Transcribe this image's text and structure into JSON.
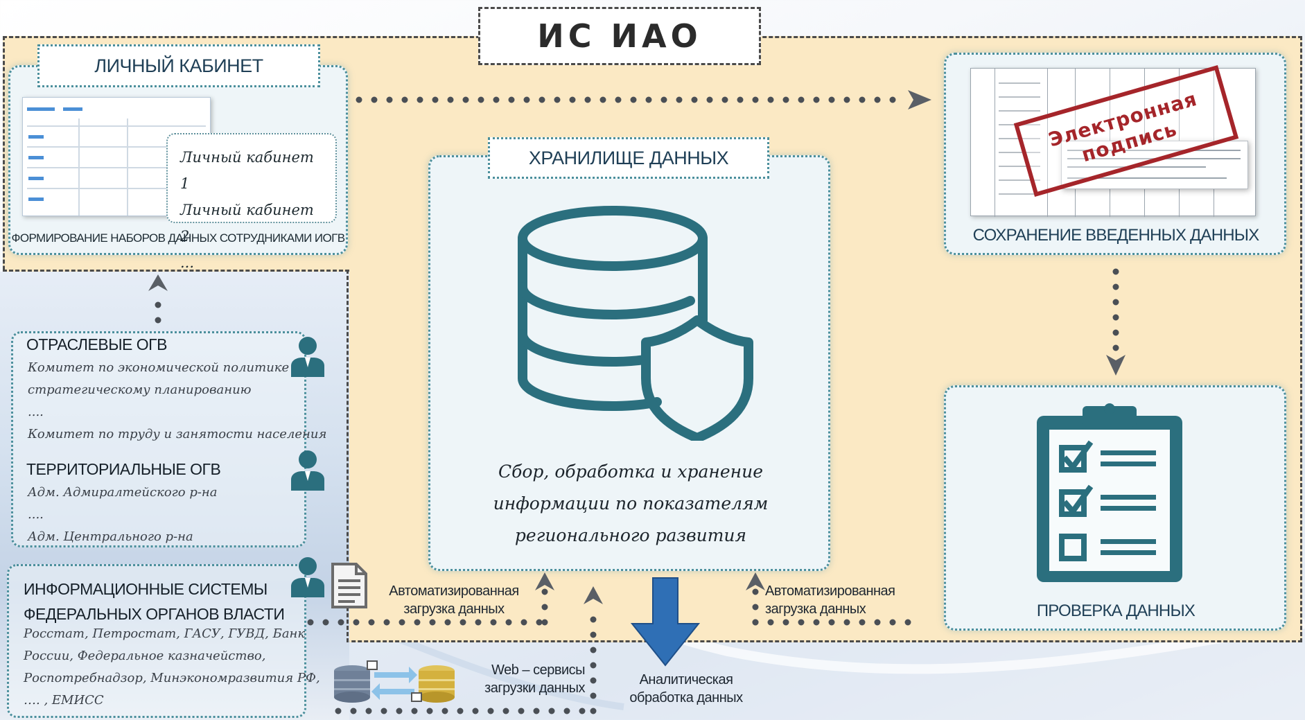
{
  "title": "ИС ИАО",
  "personal_cabinet": {
    "label": "ЛИЧНЫЙ КАБИНЕТ",
    "items": [
      "Личный кабинет 1",
      "Личный кабинет 2",
      "..."
    ],
    "caption": "ФОРМИРОВАНИЕ НАБОРОВ ДАННЫХ СОТРУДНИКАМИ ИОГВ"
  },
  "storage": {
    "label": "ХРАНИЛИЩЕ ДАННЫХ",
    "description_lines": [
      "Сбор, обработка и хранение",
      "информации по показателям",
      "регионального развития"
    ]
  },
  "saving": {
    "stamp_lines": [
      "Электронная",
      "подпись"
    ],
    "caption": "СОХРАНЕНИЕ ВВЕДЕННЫХ ДАННЫХ"
  },
  "check": {
    "caption": "ПРОВЕРКА ДАННЫХ"
  },
  "branch_ogv": {
    "title": "ОТРАСЛЕВЫЕ ОГВ",
    "lines": [
      "Комитет по экономической политике и",
      "стратегическому планированию",
      "....",
      "Комитет по труду и занятости населения"
    ]
  },
  "territorial_ogv": {
    "title": "ТЕРРИТОРИАЛЬНЫЕ ОГВ",
    "lines": [
      "Адм. Адмиралтейского р-на",
      "....",
      "Адм. Центрального р-на"
    ]
  },
  "federal_is": {
    "title_lines": [
      "ИНФОРМАЦИОННЫЕ СИСТЕМЫ",
      "ФЕДЕРАЛЬНЫХ ОРГАНОВ ВЛАСТИ"
    ],
    "lines": [
      "Росстат, Петростат, ГАСУ, ГУВД, Банк",
      "России, Федеральное казначейство,",
      "Роспотребнадзор, Минэкономразвития РФ,",
      "…. , ЕМИСС"
    ]
  },
  "labels": {
    "auto_load_left": [
      "Автоматизированная",
      "загрузка данных"
    ],
    "auto_load_right": [
      "Автоматизированная",
      "загрузка данных"
    ],
    "web_services": [
      "Web – сервисы",
      "загрузки данных"
    ],
    "analytics": [
      "Аналитическая",
      "обработка данных"
    ]
  },
  "colors": {
    "accent": "#2b6f7e",
    "main_area": "#fbe9c4",
    "panel": "#eef5f8",
    "stamp": "#a5252a",
    "arrow_blue": "#2f6fb5",
    "dots": "#4a4f55"
  },
  "icons": [
    "database-shield-icon",
    "clipboard-checklist-icon",
    "person-icon",
    "document-icon",
    "servers-exchange-icon"
  ]
}
